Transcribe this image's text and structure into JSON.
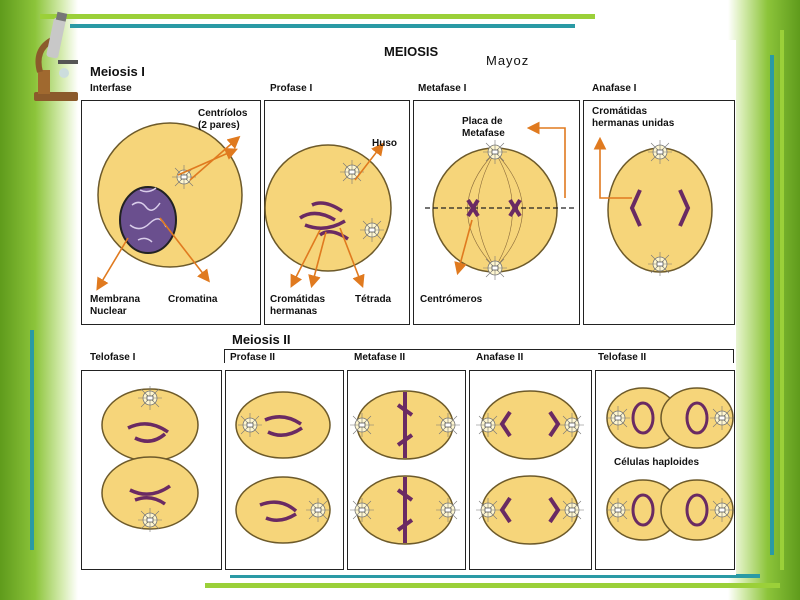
{
  "title": "MEIOSIS",
  "author": "Mayoz",
  "meiosis1": {
    "heading": "Meiosis I",
    "stages": [
      "Interfase",
      "Profase I",
      "Metafase I",
      "Anafase I"
    ],
    "telofase": "Telofase  I"
  },
  "meiosis2": {
    "heading": "Meiosis II",
    "stages": [
      "Profase II",
      "Metafase II",
      "Anafase II",
      "Telofase II"
    ]
  },
  "labels": {
    "centriolos": "Centríolos",
    "centriolos2": "(2 pares)",
    "membrana": "Membrana",
    "nuclear": "Nuclear",
    "cromatina": "Cromatina",
    "huso": "Huso",
    "cromatidas": "Cromátidas",
    "hermanas": "hermanas",
    "tetrada": "Tétrada",
    "placa": "Placa de",
    "metafase": "Metafase",
    "centromeros": "Centrómeros",
    "crom_unidas1": "Cromátidas",
    "crom_unidas2": "hermanas unidas",
    "haploides": "Células haploides"
  },
  "colors": {
    "frame": "#8cc43a",
    "cell": "#f6d57a",
    "arrow": "#e07a1f",
    "chromosome": "#6a2a63"
  }
}
